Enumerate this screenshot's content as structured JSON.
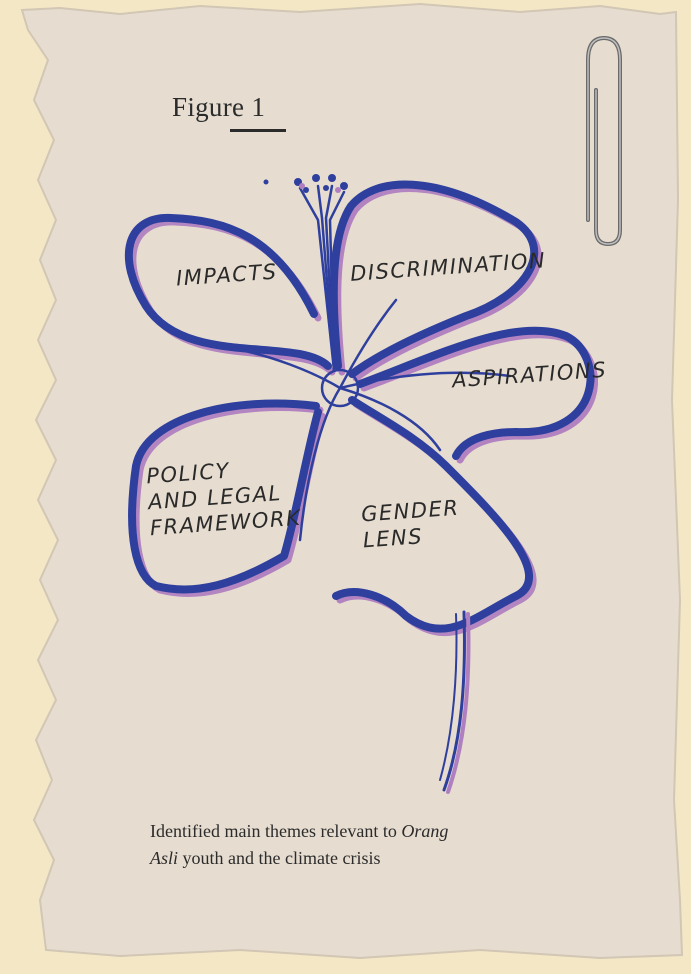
{
  "figure": {
    "label": "Figure 1"
  },
  "themes": {
    "impacts": "IMPACTS",
    "discrimination": "DISCRIMINATION",
    "aspirations": "ASPIRATIONS",
    "policy": "POLICY\nAND LEGAL\nFRAMEWORK",
    "gender": "GENDER\nLENS"
  },
  "caption": {
    "part1": "Identified main themes relevant to ",
    "italic1": "Orang",
    "italic2": "Asli",
    "part2": " youth and the climate crisis"
  },
  "colors": {
    "background": "#f4e7c6",
    "paper": "#e6ddd0",
    "petal_outline": "#2e3f9e",
    "petal_shadow": "#b07fc0",
    "text": "#2b2b2b"
  },
  "icons": [
    "paperclip-icon",
    "hibiscus-flower"
  ]
}
